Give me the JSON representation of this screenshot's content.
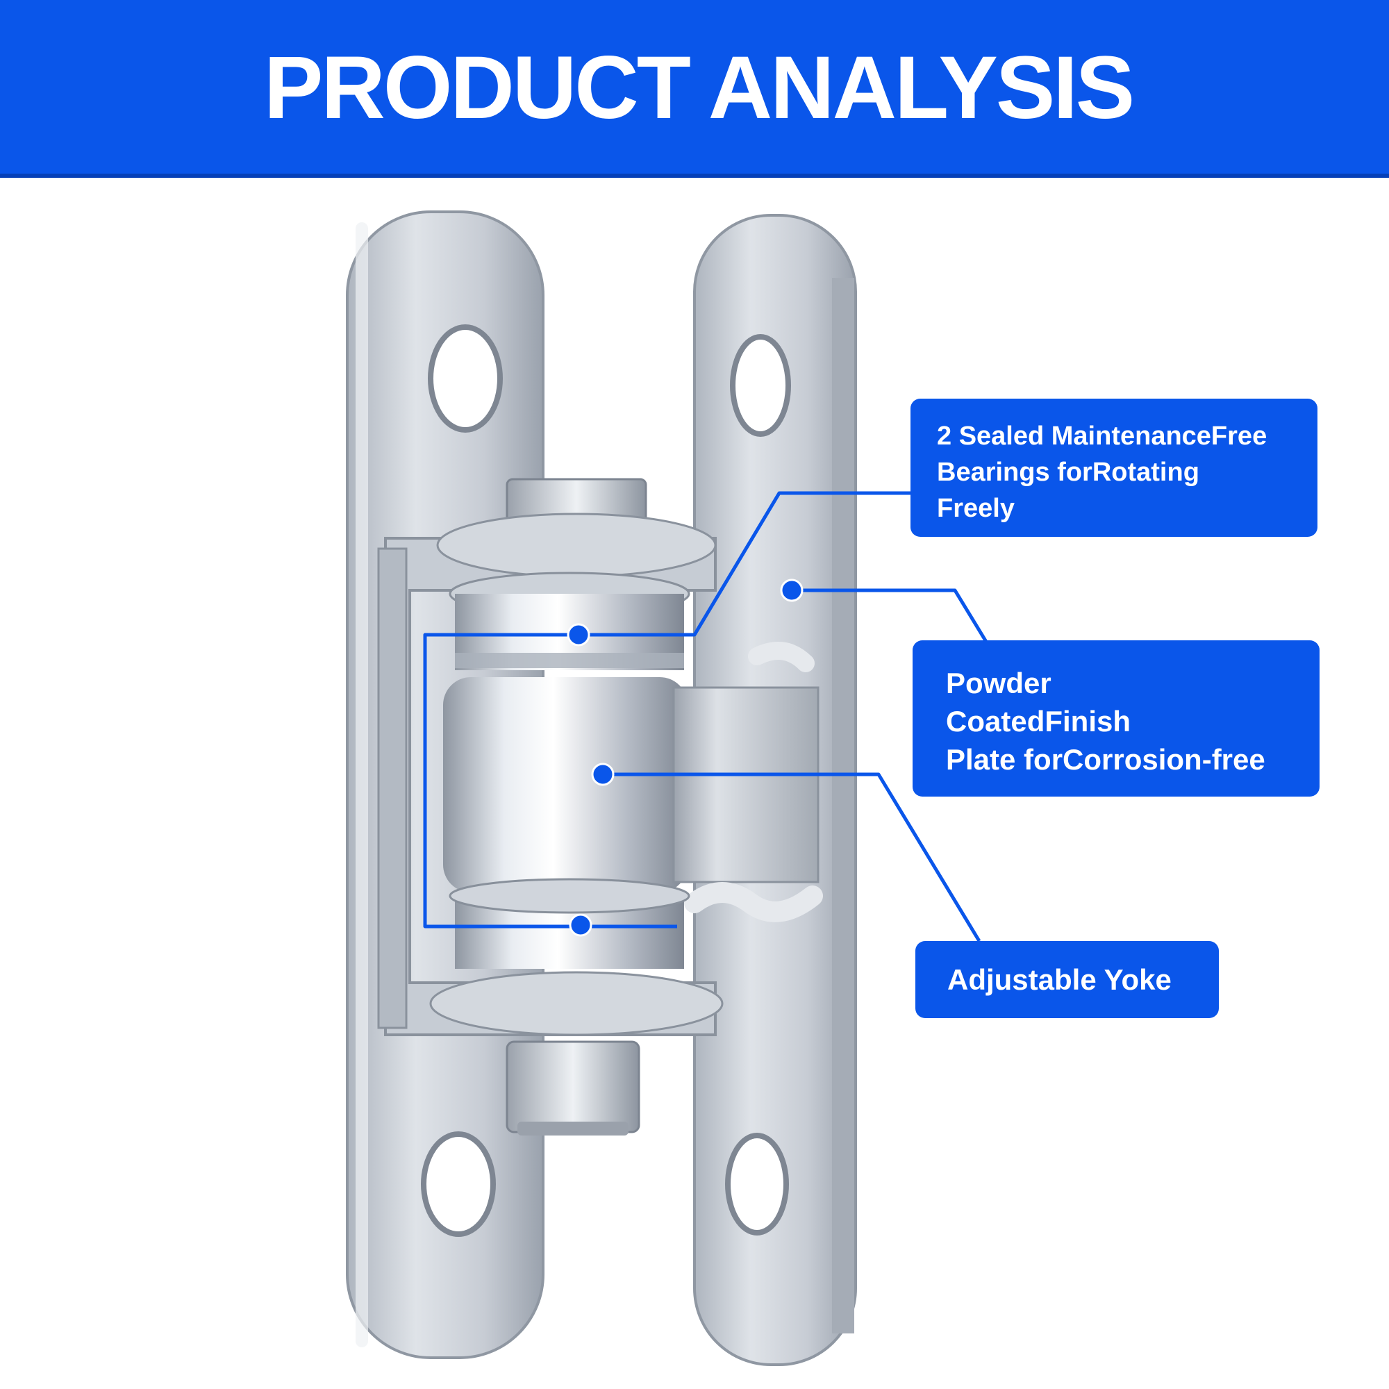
{
  "header": {
    "title": "PRODUCT ANALYSIS"
  },
  "product": {
    "name": "gate-hinge",
    "icon": "hinge-illustration"
  },
  "callouts": [
    {
      "lines": [
        "2 Sealed MaintenanceFree",
        "Bearings forRotating",
        "Freely"
      ]
    },
    {
      "lines": [
        "Powder",
        "CoatedFinish",
        "Plate forCorrosion-free"
      ]
    },
    {
      "lines": [
        "Adjustable Yoke"
      ]
    }
  ],
  "colors": {
    "accent": "#0a56ea",
    "leader_line": "#0a56ea",
    "metal": "#c9ced6",
    "background": "#ffffff"
  }
}
